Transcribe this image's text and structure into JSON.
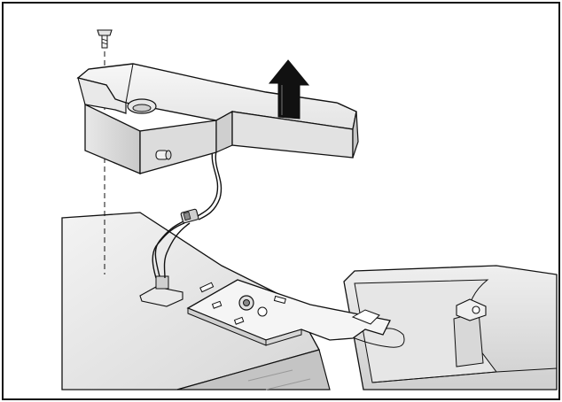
{
  "figure": {
    "kind": "exploded assembly illustration",
    "parts": [
      "frame",
      "screw",
      "dashed-alignment-line",
      "bracket-cover",
      "lift-arrow",
      "sensor-cable",
      "cable-connector",
      "clip",
      "chassis-panel",
      "mounting-plate",
      "side-housing",
      "hinge-tab"
    ],
    "colors": {
      "outline": "#111111",
      "face_light": "#f2f2f2",
      "face_mid": "#dcdcdc",
      "face_dark": "#bdbdbd",
      "arrow": "#111111",
      "background": "#ffffff"
    }
  }
}
